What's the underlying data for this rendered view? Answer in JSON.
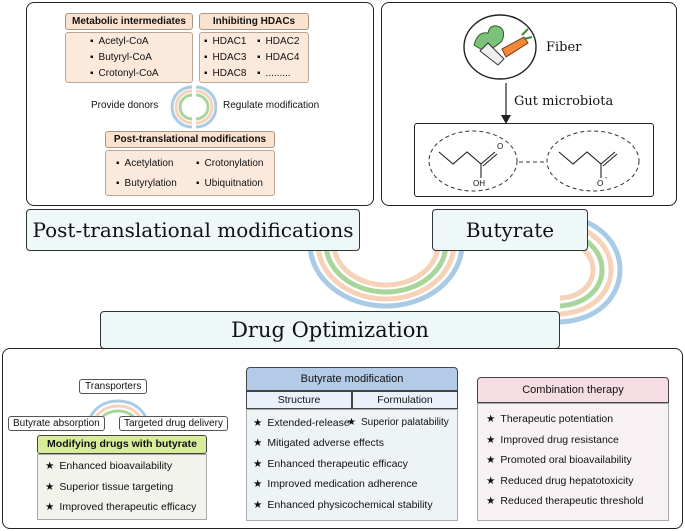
{
  "ptm": {
    "metabolic_header": "Metabolic intermediates",
    "metabolic_items": [
      "Acetyl-CoA",
      "Butyryl-CoA",
      "Crotonyl-CoA"
    ],
    "hdac_header": "Inhibiting HDACs",
    "hdac_items": [
      "HDAC1",
      "HDAC2",
      "HDAC3",
      "HDAC4",
      "HDAC8",
      "........."
    ],
    "provide_donors": "Provide donors",
    "regulate_modification": "Regulate modification",
    "ptm_header": "Post-translational modifications",
    "ptm_items": [
      "Acetylation",
      "Crotonylation",
      "Butyrylation",
      "Ubiquitnation"
    ],
    "banner": "Post-translational modifications"
  },
  "butyrate": {
    "fiber": "Fiber",
    "gut_microbiota": "Gut microbiota",
    "oh_label": "OH",
    "o_label": "O",
    "o_minus_label": "O",
    "charge": "-",
    "banner": "Butyrate"
  },
  "drug_banner": "Drug Optimization",
  "modifying": {
    "transporters": "Transporters",
    "butyrate_absorption": "Butyrate absorption",
    "targeted_drug_delivery": "Targeted drug delivery",
    "header": "Modifying drugs with butyrate",
    "items": [
      "Enhanced bioavailability",
      "Superior tissue targeting",
      "Improved therapeutic efficacy"
    ]
  },
  "butyrate_modification": {
    "header": "Butyrate modification",
    "structure": "Structure",
    "formulation": "Formulation",
    "item_extended": "Extended-release",
    "item_palatability": "Superior palatability",
    "items": [
      "Mitigated adverse effects",
      "Enhanced therapeutic efficacy",
      "Improved medication adherence",
      "Enhanced physicochemical stability"
    ]
  },
  "combination": {
    "header": "Combination therapy",
    "items": [
      "Therapeutic potentiation",
      "Improved drug resistance",
      "Promoted oral bioavailability",
      "Reduced drug hepatotoxicity",
      "Reduced therapeutic threshold"
    ]
  },
  "colors": {
    "ring_blue": "#a9cbe6",
    "ring_peach": "#f6d2b9",
    "ring_green": "#a8d69a",
    "banner_bg": "#eef8f8",
    "peach_bg": "#fbe9dc",
    "blue_header": "#b4cbe8",
    "green_header": "#d8ec9a",
    "pink_header": "#f6dde3"
  }
}
